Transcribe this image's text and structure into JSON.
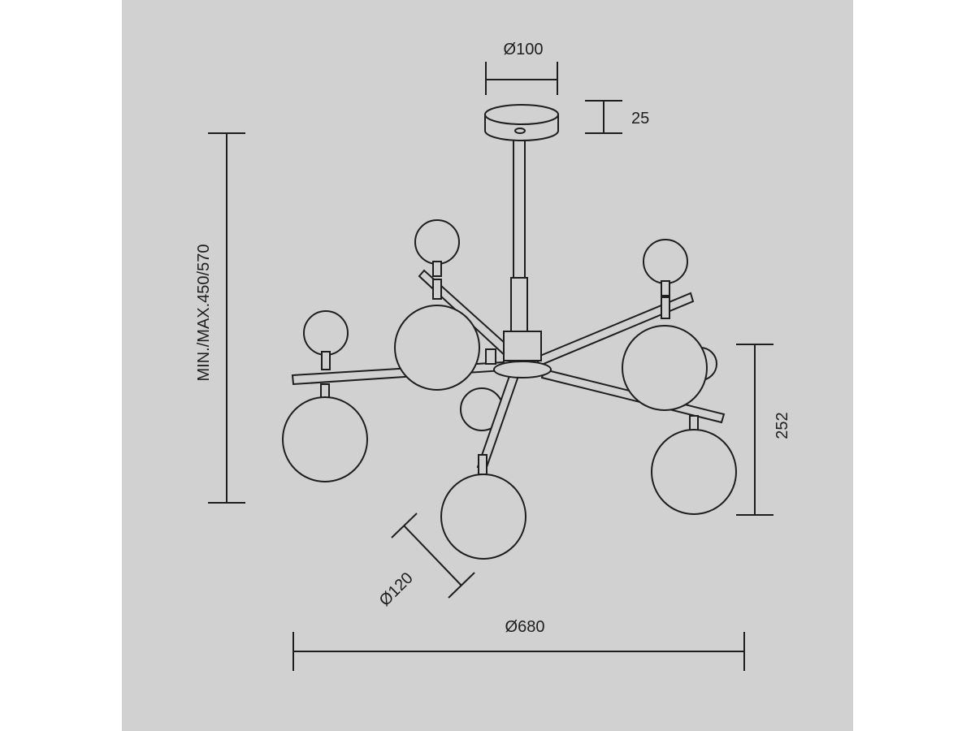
{
  "dimensions": {
    "canopy_diameter": "Ø100",
    "canopy_height": "25",
    "total_height": "MIN./MAX.450/570",
    "shade_diameter": "Ø120",
    "overall_diameter": "Ø680",
    "fixture_height": "252"
  },
  "colors": {
    "background": "#d1d1d1",
    "outer": "#ffffff",
    "line": "#1e1e1e"
  }
}
